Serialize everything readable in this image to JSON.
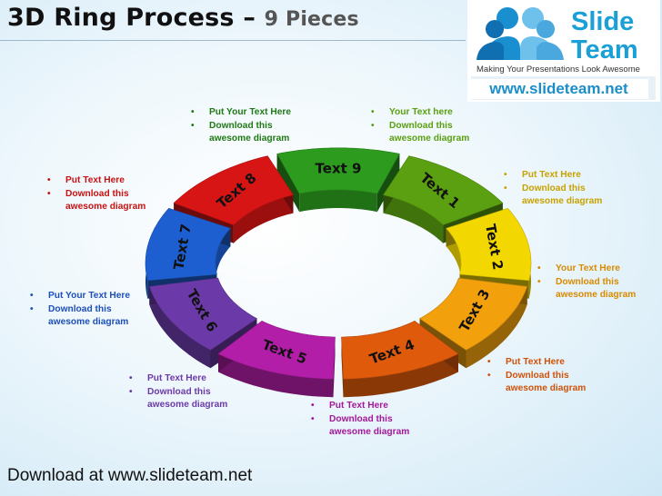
{
  "title": "3D Ring Process",
  "title_sep": " – ",
  "title_sub": "9 Pieces",
  "logo": {
    "slide": "Slide",
    "team": "Team",
    "tagline": "Making Your Presentations Look Awesome",
    "site": "www.slideteam.net"
  },
  "segments": [
    {
      "label": "Text 1",
      "color": "#5aa010"
    },
    {
      "label": "Text 2",
      "color": "#f2d800"
    },
    {
      "label": "Text 3",
      "color": "#f2a10d"
    },
    {
      "label": "Text 4",
      "color": "#e05a0c"
    },
    {
      "label": "Text 5",
      "color": "#b31ea8"
    },
    {
      "label": "Text 6",
      "color": "#6b3aa8"
    },
    {
      "label": "Text 7",
      "color": "#1d5fd0"
    },
    {
      "label": "Text 8",
      "color": "#d81515"
    },
    {
      "label": "Text 9",
      "color": "#2c9b1e"
    }
  ],
  "notes": [
    {
      "color": "#5aa010",
      "line1": "Your Text  here",
      "line2": "Download this",
      "line3": "awesome diagram"
    },
    {
      "color": "#c7a200",
      "line1": "Put Text  Here",
      "line2": "Download this",
      "line3": "awesome diagram"
    },
    {
      "color": "#d88a00",
      "line1": "Your Text Here",
      "line2": "Download this",
      "line3": "awesome diagram"
    },
    {
      "color": "#d0520a",
      "line1": "Put Text Here",
      "line2": "Download this",
      "line3": "awesome diagram"
    },
    {
      "color": "#a3189a",
      "line1": "Put Text Here",
      "line2": "Download this",
      "line3": "awesome diagram"
    },
    {
      "color": "#6b3aa8",
      "line1": "Put Text Here",
      "line2": "Download this",
      "line3": "awesome diagram"
    },
    {
      "color": "#1d4fb8",
      "line1": "Put Your Text Here",
      "line2": "Download this",
      "line3": "awesome diagram"
    },
    {
      "color": "#c81212",
      "line1": "Put Text Here",
      "line2": "Download this",
      "line3": "awesome diagram"
    },
    {
      "color": "#1f7a16",
      "line1": "Put Your Text Here",
      "line2": "Download this",
      "line3": "awesome diagram"
    }
  ],
  "footer": "Download at www.slideteam.net"
}
